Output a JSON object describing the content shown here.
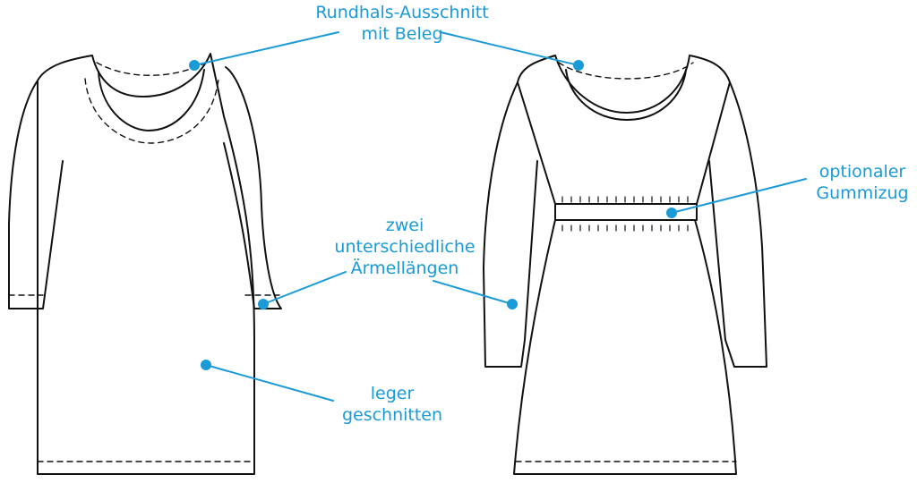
{
  "colors": {
    "line": "#111111",
    "accent": "#1a9ad6",
    "background": "#ffffff"
  },
  "labels": {
    "neckline": {
      "line1": "Rundhals-Ausschnitt",
      "line2": "mit Beleg"
    },
    "elastic": {
      "line1": "optionaler",
      "line2": "Gummizug"
    },
    "sleeves": {
      "line1": "zwei",
      "line2": "unterschiedliche",
      "line3": "Ärmellängen"
    },
    "fit": {
      "line1": "leger",
      "line2": "geschnitten"
    }
  },
  "garments": [
    {
      "name": "dress-left-loose",
      "sleeve": "three-quarter"
    },
    {
      "name": "dress-right-gathered",
      "sleeve": "long"
    }
  ]
}
